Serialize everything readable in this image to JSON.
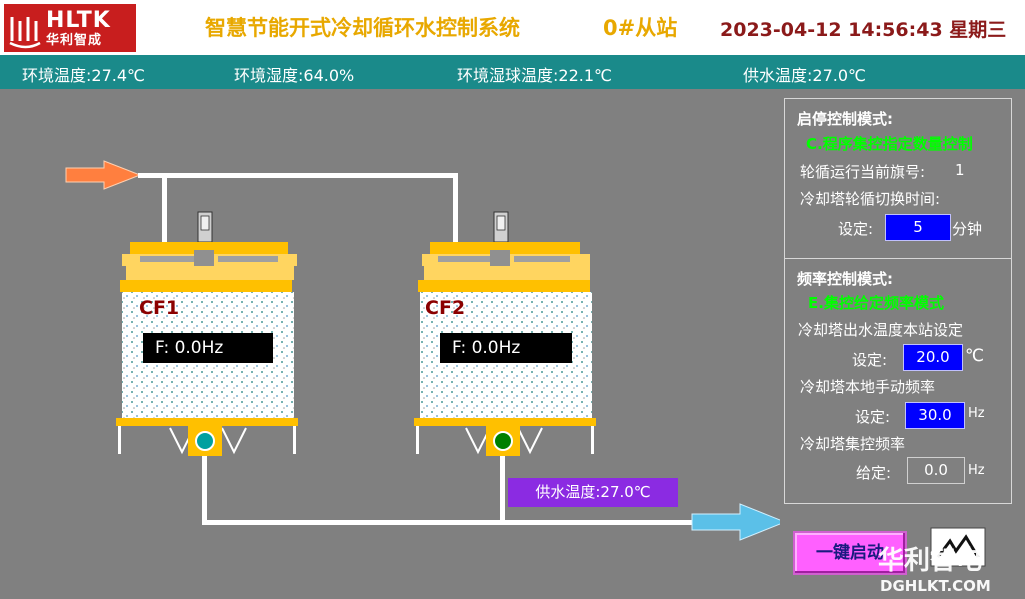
{
  "header": {
    "logo_name": "HLTK",
    "logo_sub": "华利智成",
    "title": "智慧节能开式冷却循环水控制系统",
    "station": "0#从站",
    "datetime": "2023-04-12 14:56:43  星期三"
  },
  "status": {
    "env_temp": "环境温度:27.4℃",
    "env_humidity": "环境湿度:64.0%",
    "wet_bulb": "环境湿球温度:22.1℃",
    "supply_temp": "供水温度:27.0℃"
  },
  "panel": {
    "start_stop_title": "启停控制模式:",
    "start_stop_mode": "C.程序集控指定数量控制",
    "rotation_label": "轮循运行当前旗号:",
    "rotation_value": "1",
    "switch_time_label": "冷却塔轮循切换时间:",
    "set_label": "设定:",
    "switch_time_value": "5",
    "switch_time_unit": "分钟",
    "freq_title": "频率控制模式:",
    "freq_mode": "E.集控给定频率模式",
    "outlet_temp_label": "冷却塔出水温度本站设定",
    "outlet_set_label": "设定:",
    "outlet_temp_value": "20.0",
    "outlet_temp_unit": "℃",
    "manual_freq_label": "冷却塔本地手动频率",
    "manual_set_label": "设定:",
    "manual_freq_value": "30.0",
    "manual_freq_unit": "Hz",
    "central_freq_label": "冷却塔集控频率",
    "central_given_label": "给定:",
    "central_freq_value": "0.0",
    "central_freq_unit": "Hz"
  },
  "towers": [
    {
      "label": "CF1",
      "freq": "F: 0.0Hz",
      "pump_color": "#00a0a0"
    },
    {
      "label": "CF2",
      "freq": "F: 0.0Hz",
      "pump_color": "#008000"
    }
  ],
  "supply_tag": "供水温度:27.0℃",
  "start_button": "一键启动",
  "watermark": {
    "line1": "华利智电",
    "line2": "DGHLKT.COM"
  },
  "colors": {
    "title": "#e8a800",
    "statusbar": "#1a8a8a",
    "value_box": "#0000ff",
    "mode_text": "#00ff00"
  }
}
